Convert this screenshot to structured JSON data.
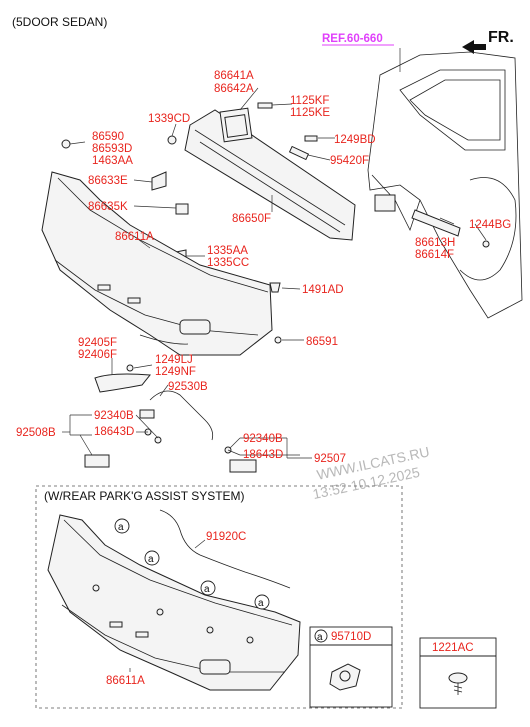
{
  "header": {
    "title": "(5DOOR SEDAN)",
    "ref": "REF.60-660",
    "direction": "FR."
  },
  "labels": {
    "l86641A": "86641A",
    "l86642A": "86642A",
    "l1125KF": "1125KF",
    "l1125KE": "1125KE",
    "l1339CD": "1339CD",
    "l1249BD": "1249BD",
    "l86590": "86590",
    "l86593D": "86593D",
    "l1463AA": "1463AA",
    "l95420F": "95420F",
    "l86633E": "86633E",
    "l86635K": "86635K",
    "l86650F": "86650F",
    "l86611A": "86611A",
    "l1335AA": "1335AA",
    "l1335CC": "1335CC",
    "l1244BG": "1244BG",
    "l86613H": "86613H",
    "l86614F": "86614F",
    "l1491AD": "1491AD",
    "l86591": "86591",
    "l92405F": "92405F",
    "l92406F": "92406F",
    "l1249LJ": "1249LJ",
    "l1249NF": "1249NF",
    "l92530B": "92530B",
    "l92340B_a": "92340B",
    "l18643D_a": "18643D",
    "l92508B": "92508B",
    "l92340B_b": "92340B",
    "l18643D_b": "18643D",
    "l92507": "92507",
    "l91920C": "91920C",
    "l86611A_b": "86611A",
    "l95710D": "95710D",
    "l1221AC": "1221AC"
  },
  "assist": {
    "title": "(W/REAR PARK'G ASSIST SYSTEM)",
    "marker": "a"
  },
  "watermark": {
    "line1": "WWW.ILCATS.RU",
    "line2": "13:52 10.12.2025"
  },
  "colors": {
    "label": "#e8251e",
    "ref": "#e040fb",
    "line": "#222222"
  }
}
